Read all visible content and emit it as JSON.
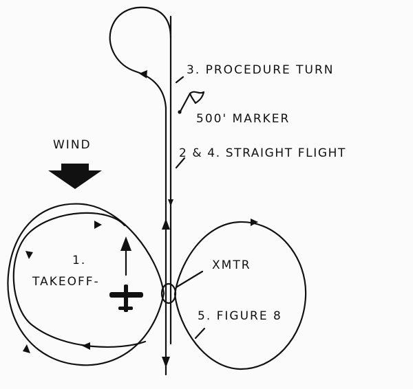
{
  "diagram": {
    "wind_label": "WIND",
    "step_procedure_turn": "3. PROCEDURE TURN",
    "marker_label": "500' MARKER",
    "step_straight_flight": "2 & 4. STRAIGHT FLIGHT",
    "step_takeoff_number": "1.",
    "step_takeoff_label": "TAKEOFF-",
    "transmitter_label": "XMTR",
    "step_figure8": "5. FIGURE 8"
  },
  "colors": {
    "ink": "#111111",
    "paper": "#fbfbfb"
  }
}
